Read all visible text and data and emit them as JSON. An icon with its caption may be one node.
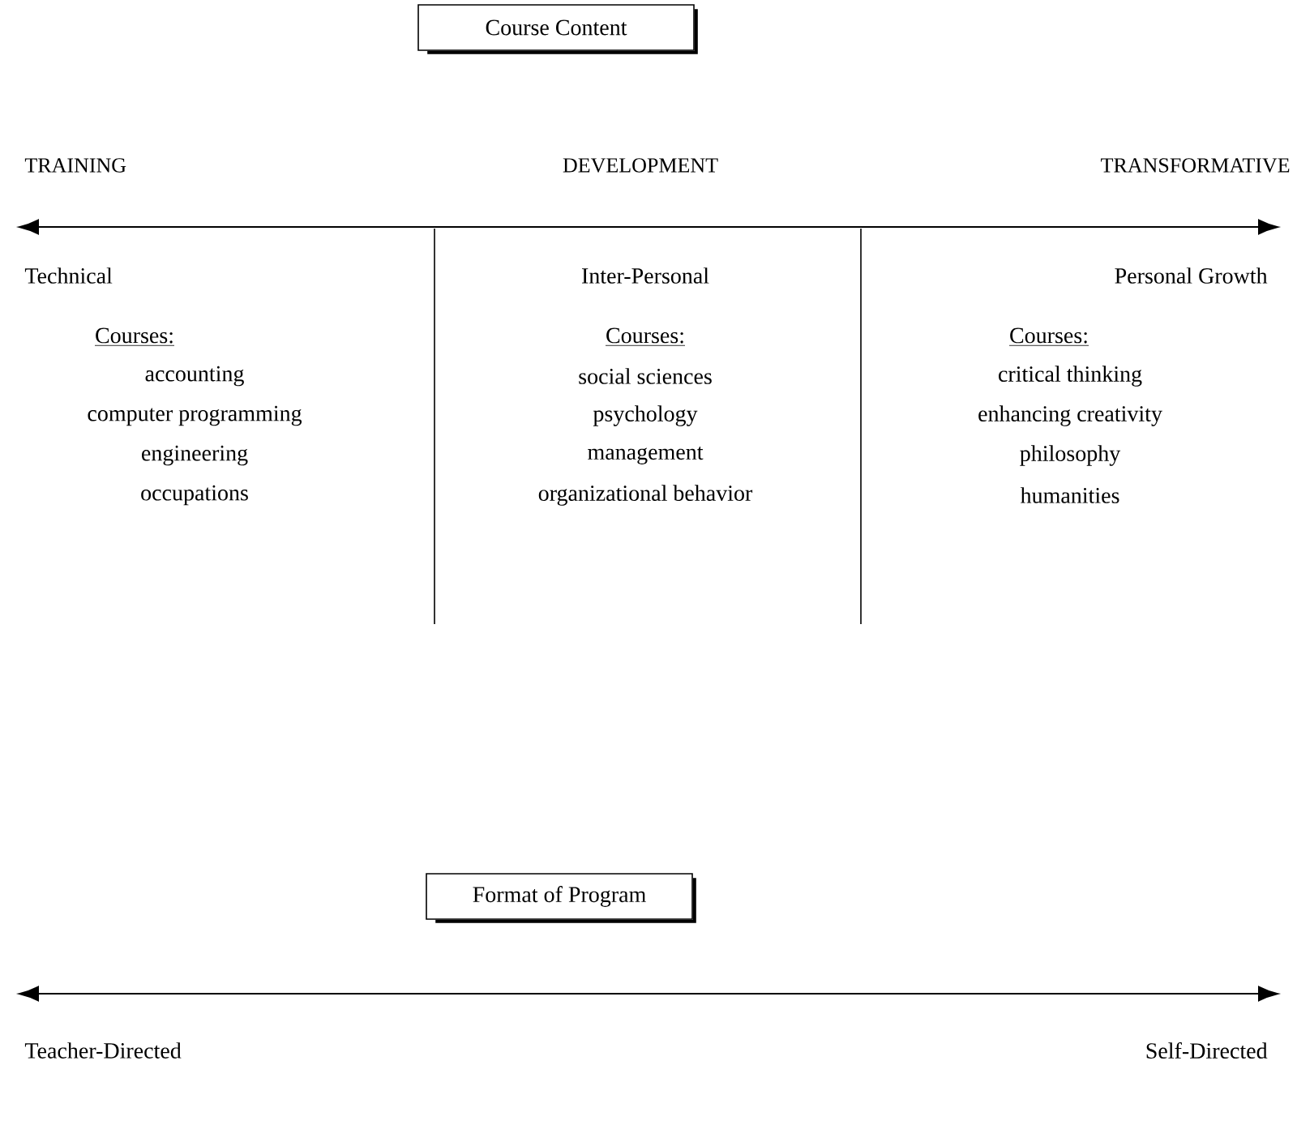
{
  "diagram": {
    "nodes": [
      {
        "text": [
          "Course Content"
        ]
      },
      {
        "text": [
          "Format of Program"
        ]
      }
    ],
    "labels": [
      "TRAINING",
      "DEVELOPMENT",
      "TRANSFORMATIVE",
      "Technical",
      "Inter-Personal",
      "Personal Growth",
      "Courses:",
      "Courses:",
      "Courses:",
      "accounting",
      "social sciences",
      "critical thinking",
      "computer programming",
      "psychology",
      "enhancing creativity",
      "engineering",
      "management",
      "philosophy",
      "occupations",
      "organizational behavior",
      "humanities",
      "Teacher-Directed",
      "Self-Directed"
    ]
  }
}
